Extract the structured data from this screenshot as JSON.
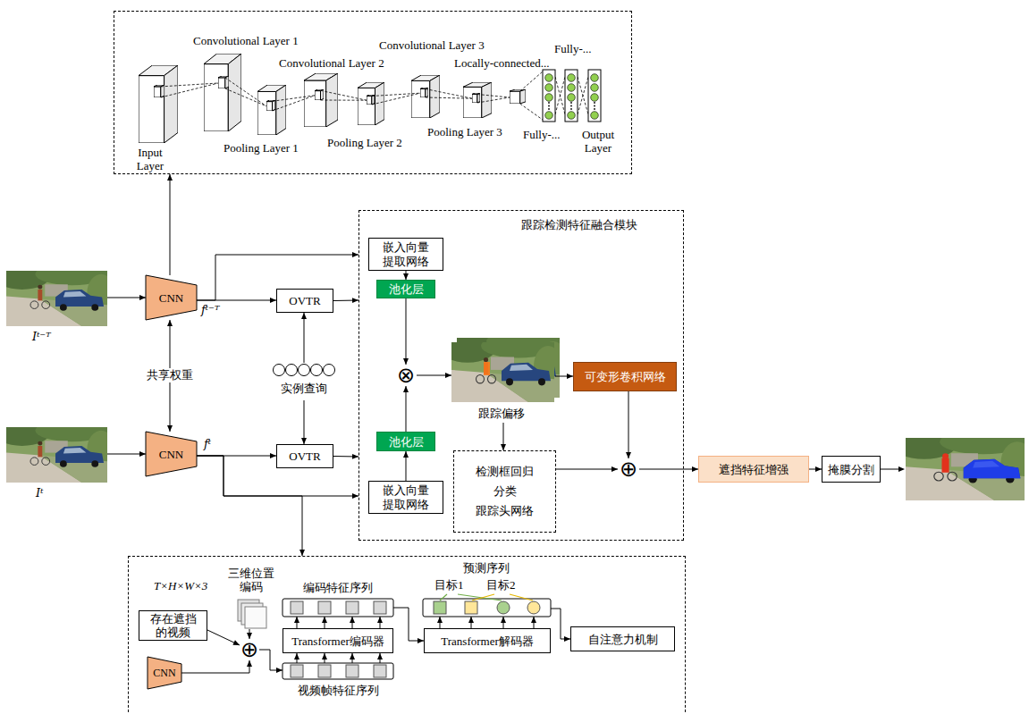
{
  "diagram": {
    "nodes": [
      {
        "text": [
          "Convolutional Layer 1",
          "Convolutional Layer 2",
          "Convolutional Layer 3",
          "Locally-connected...",
          "Fully-...",
          "Input Layer",
          "Pooling Layer 1",
          "Pooling Layer 2",
          "Pooling Layer 3",
          "Fully-...",
          "Output Layer"
        ]
      },
      {
        "text": [
          "Iᵗ⁻ᵀ"
        ]
      },
      {
        "text": [
          "CNN"
        ]
      },
      {
        "text": [
          "OVTR"
        ]
      },
      {
        "text": [
          "跟踪检测特征融合模块"
        ]
      },
      {
        "text": [
          "嵌入向量 提取网络"
        ],
        "in": 4
      },
      {
        "text": [
          "池化层"
        ],
        "in": 4
      },
      {
        "text": [
          "⊗"
        ],
        "in": 4
      },
      {
        "text": [
          "跟踪偏移"
        ],
        "in": 4
      },
      {
        "text": [
          "可变形卷积网络"
        ],
        "in": 4
      },
      {
        "text": [
          "池化层"
        ],
        "in": 4
      },
      {
        "text": [
          "嵌入向量 提取网络"
        ],
        "in": 4
      },
      {
        "text": [
          "检测框回归 分类 跟踪头网络"
        ],
        "in": 4
      },
      {
        "text": [
          "⊕"
        ],
        "in": 4
      },
      {
        "text": [
          "实例查询"
        ]
      },
      {
        "text": [
          "Iᵗ"
        ]
      },
      {
        "text": [
          "CNN"
        ]
      },
      {
        "text": [
          "OVTR"
        ]
      },
      {
        "text": [
          "遮挡特征增强"
        ]
      },
      {
        "text": [
          "掩膜分割"
        ]
      },
      {
        "text": [
          "T×H×W×3"
        ]
      },
      {
        "text": [
          "三维位置 编码"
        ],
        "in": 20
      },
      {
        "text": [
          "存在遮挡 的视频"
        ],
        "in": 20
      },
      {
        "text": [
          "CNN"
        ],
        "in": 20
      },
      {
        "text": [
          "⊕"
        ],
        "in": 20
      },
      {
        "text": [
          "编码特征序列"
        ],
        "in": 20
      },
      {
        "text": [
          "Transformer编码器"
        ],
        "in": 20
      },
      {
        "text": [
          "视频帧特征序列"
        ],
        "in": 20
      },
      {
        "text": [
          "预测序列",
          "目标1",
          "目标2"
        ],
        "in": 20
      },
      {
        "text": [
          "Transformer解码器"
        ],
        "in": 20
      },
      {
        "text": [
          "自注意力机制"
        ],
        "in": 20
      }
    ],
    "edges": [
      {
        "from": 1,
        "to": 2,
        "arrow": "to"
      },
      {
        "from": 2,
        "to": 0,
        "arrow": "to"
      },
      {
        "from": 2,
        "to": 3,
        "label": "fᵗ⁻ᵀ",
        "arrow": "to"
      },
      {
        "from": 2,
        "to": 4,
        "arrow": "to"
      },
      {
        "from": 3,
        "to": 4,
        "arrow": "to"
      },
      {
        "from": 14,
        "to": 3,
        "arrow": "to"
      },
      {
        "from": 14,
        "to": 17,
        "arrow": "to"
      },
      {
        "from": 2,
        "to": 16,
        "label": "共享权重",
        "arrow": "both"
      },
      {
        "from": 15,
        "to": 16,
        "arrow": "to"
      },
      {
        "from": 16,
        "to": 17,
        "label": "fᵗ",
        "arrow": "to"
      },
      {
        "from": 16,
        "to": 4,
        "arrow": "to"
      },
      {
        "from": 16,
        "to": 20,
        "arrow": "to"
      },
      {
        "from": 17,
        "to": 4,
        "arrow": "to"
      },
      {
        "from": 5,
        "to": 6,
        "arrow": "to"
      },
      {
        "from": 6,
        "to": 7,
        "arrow": "to"
      },
      {
        "from": 11,
        "to": 10,
        "arrow": "to"
      },
      {
        "from": 10,
        "to": 7,
        "arrow": "to"
      },
      {
        "from": 7,
        "to": 8,
        "arrow": "to"
      },
      {
        "from": 8,
        "to": 9,
        "arrow": "to"
      },
      {
        "from": 8,
        "to": 12,
        "arrow": "to"
      },
      {
        "from": 12,
        "to": 13,
        "arrow": "to"
      },
      {
        "from": 9,
        "to": 13,
        "arrow": "to"
      },
      {
        "from": 13,
        "to": 18,
        "arrow": "to"
      },
      {
        "from": 18,
        "to": 19,
        "arrow": "to"
      },
      {
        "from": 22,
        "to": 24,
        "arrow": "to"
      },
      {
        "from": 23,
        "to": 24,
        "arrow": "to"
      },
      {
        "from": 21,
        "to": 24,
        "arrow": "to"
      },
      {
        "from": 24,
        "to": 27,
        "arrow": "to"
      },
      {
        "from": 27,
        "to": 26,
        "arrow": "to"
      },
      {
        "from": 27,
        "to": 26,
        "arrow": "to"
      },
      {
        "from": 27,
        "to": 26,
        "arrow": "to"
      },
      {
        "from": 27,
        "to": 26,
        "arrow": "to"
      },
      {
        "from": 26,
        "to": 25,
        "arrow": "to"
      },
      {
        "from": 26,
        "to": 25,
        "arrow": "to"
      },
      {
        "from": 26,
        "to": 25,
        "arrow": "to"
      },
      {
        "from": 26,
        "to": 25,
        "arrow": "to"
      },
      {
        "from": 25,
        "to": 29,
        "arrow": "to"
      },
      {
        "from": 29,
        "to": 28,
        "arrow": "to"
      },
      {
        "from": 29,
        "to": 28,
        "arrow": "to"
      },
      {
        "from": 29,
        "to": 28,
        "arrow": "to"
      },
      {
        "from": 29,
        "to": 28,
        "arrow": "to"
      },
      {
        "from": 28,
        "to": 30,
        "arrow": "to"
      }
    ]
  }
}
